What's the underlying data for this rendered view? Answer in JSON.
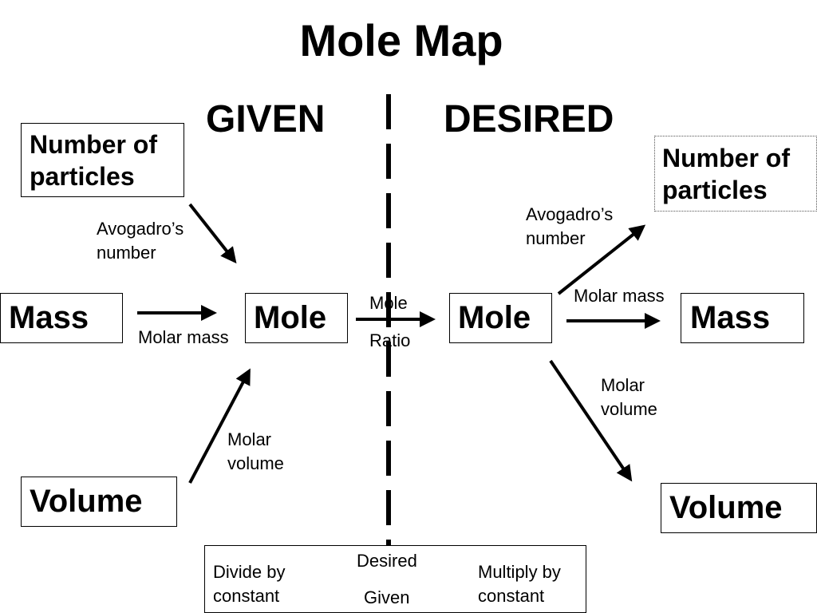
{
  "title": "Mole Map",
  "headers": {
    "given": "GIVEN",
    "desired": "DESIRED"
  },
  "given_side": {
    "particles_box": "Number of particles",
    "mass_box": "Mass",
    "mole_box": "Mole",
    "volume_box": "Volume",
    "avogadro_label": "Avogadro’s number",
    "molar_mass_label": "Molar mass",
    "molar_volume_label": "Molar volume"
  },
  "mole_ratio": {
    "top": "Mole",
    "bottom": "Ratio"
  },
  "desired_side": {
    "particles_box": "Number of particles",
    "mole_box": "Mole",
    "mass_box": "Mass",
    "volume_box": "Volume",
    "avogadro_label": "Avogadro’s number",
    "molar_mass_label": "Molar mass",
    "molar_volume_label": "Molar volume"
  },
  "legend": {
    "left": "Divide by constant",
    "numerator": "Desired",
    "denominator": "Given",
    "right": "Multiply by constant"
  }
}
